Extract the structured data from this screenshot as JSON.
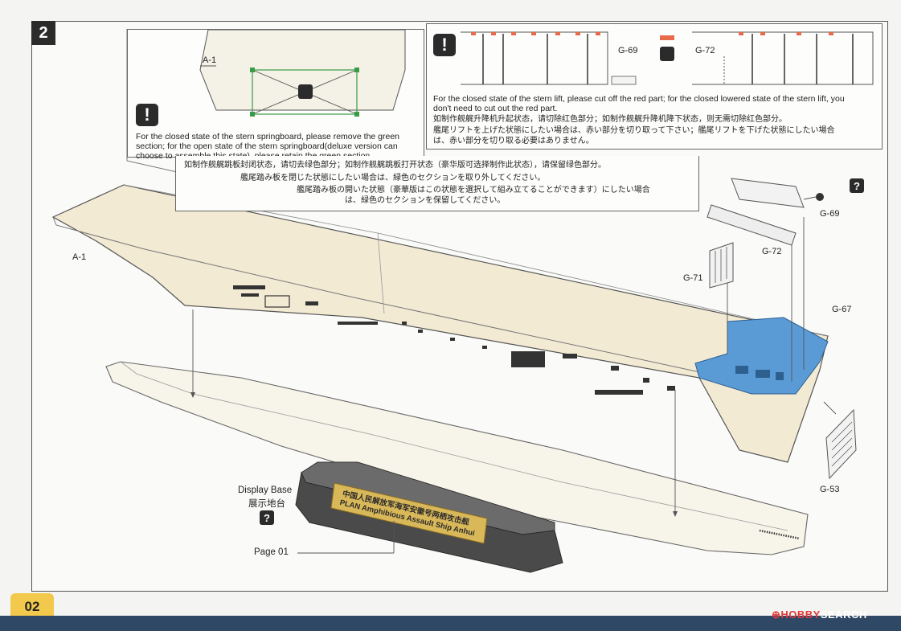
{
  "step": {
    "number": "2"
  },
  "page": {
    "number": "02",
    "reference": "Page 01"
  },
  "callout_springboard": {
    "part_label": "A-1",
    "warning_en": [
      "For the closed state of the stern springboard, please remove the green",
      "section; for the open state of the stern springboard(deluxe version can",
      "choose to assemble this state), please retain the green section."
    ],
    "warning_zh": "如制作舰艉跳板封闭状态，请切去绿色部分；如制作舰艉跳板打开状态（豪华版可选择制作此状态），请保留绿色部分。",
    "warning_ja": [
      "艦尾踏み板を閉じた状態にしたい場合は、緑色のセクションを取り外してください。",
      "艦尾踏み板の開いた状態（豪華版はこの状態を選択して組み立てることができます）にしたい場合",
      "は、緑色のセクションを保留してください。"
    ]
  },
  "callout_lift": {
    "part_labels": [
      "G-69",
      "G-72"
    ],
    "warning_en": [
      "For the closed state of the stern lift, please cut off the red part; for the closed lowered state of the stern lift, you",
      "don't need to cut out the red part."
    ],
    "warning_zh": "如制作舰艉升降机升起状态，请切除红色部分；如制作舰艉升降机降下状态，则无需切除红色部分。",
    "warning_ja": [
      "艦尾リフトを上げた状態にしたい場合は、赤い部分を切り取って下さい；艦尾リフトを下げた状態にしたい場合",
      "は、赤い部分を切り取る必要はありません。"
    ]
  },
  "parts": {
    "hull_main": "A-1",
    "g69": "G-69",
    "g72": "G-72",
    "g71": "G-71",
    "g67": "G-67",
    "g53": "G-53"
  },
  "display_base": {
    "label_en": "Display Base",
    "label_zh": "展示地台",
    "plaque_zh": "中国人民解放军海军安徽号两栖攻击舰",
    "plaque_en": "PLAN Amphibious Assault Ship Anhui"
  },
  "watermark": {
    "logo": "⊕HOBBY",
    "text": "SEARCH"
  },
  "colors": {
    "hull": "#f3ead4",
    "stern_highlight": "#5b9bd5",
    "plaque": "#d9b85a",
    "base": "#4a4a4a",
    "cut_red": "#e86a4a",
    "cut_green": "#3a9b46",
    "page_badge": "#f2c94c",
    "bottom_bar": "#2f4866"
  }
}
